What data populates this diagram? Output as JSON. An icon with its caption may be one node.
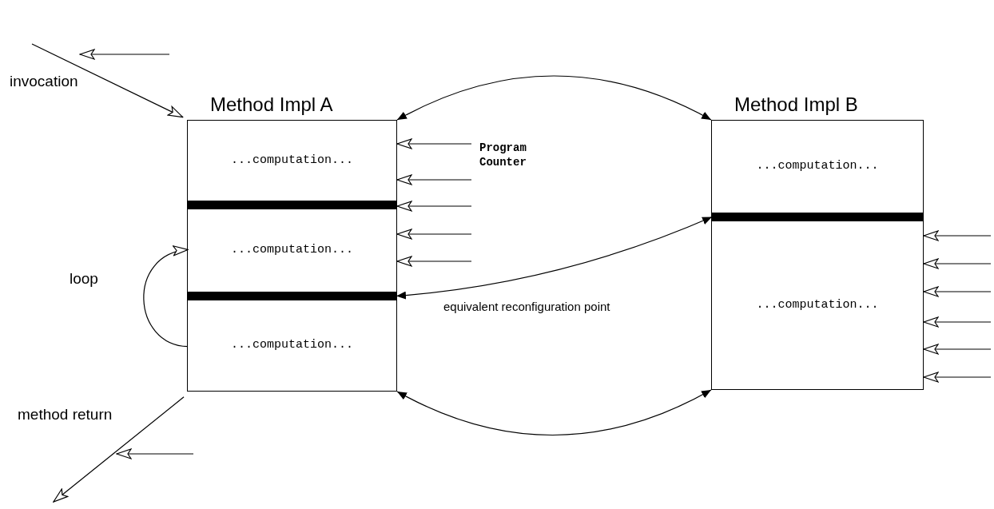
{
  "diagram": {
    "nodes": [
      {
        "text": [
          "Method Impl A"
        ]
      },
      {
        "text": [
          "...computation..."
        ],
        "in": 0
      },
      {
        "text": [],
        "shape": "bar",
        "in": 0
      },
      {
        "text": [
          "...computation..."
        ],
        "in": 0
      },
      {
        "text": [],
        "shape": "bar",
        "in": 0
      },
      {
        "text": [
          "...computation..."
        ],
        "in": 0
      },
      {
        "text": [
          "Method Impl B"
        ]
      },
      {
        "text": [
          "...computation..."
        ],
        "in": 6
      },
      {
        "text": [],
        "shape": "bar",
        "in": 6
      },
      {
        "text": [
          "...computation..."
        ],
        "in": 6
      }
    ],
    "edges": [
      {
        "from": null,
        "to": 0,
        "arrow": "to",
        "label": "invocation"
      },
      {
        "from": 0,
        "to": null,
        "arrow": "to",
        "label": "method return"
      },
      {
        "from": 5,
        "to": 3,
        "arrow": "to",
        "label": "loop"
      },
      {
        "from": 0,
        "to": 6,
        "arrow": "both"
      },
      {
        "from": 4,
        "to": 8,
        "arrow": "both",
        "label": "equivalent reconfiguration point"
      },
      {
        "from": 0,
        "to": 6,
        "arrow": "both"
      },
      {
        "from": null,
        "to": 0,
        "arrow": "to"
      },
      {
        "from": null,
        "to": 0,
        "arrow": "to"
      },
      {
        "from": null,
        "to": 0,
        "arrow": "to"
      },
      {
        "from": null,
        "to": 0,
        "arrow": "to"
      },
      {
        "from": null,
        "to": 0,
        "arrow": "to"
      },
      {
        "from": null,
        "to": 6,
        "arrow": "to"
      },
      {
        "from": null,
        "to": 6,
        "arrow": "to"
      },
      {
        "from": null,
        "to": 6,
        "arrow": "to"
      },
      {
        "from": null,
        "to": 6,
        "arrow": "to"
      },
      {
        "from": null,
        "to": 6,
        "arrow": "to"
      },
      {
        "from": null,
        "to": 6,
        "arrow": "to"
      }
    ],
    "labels": [
      "Program Counter"
    ]
  }
}
